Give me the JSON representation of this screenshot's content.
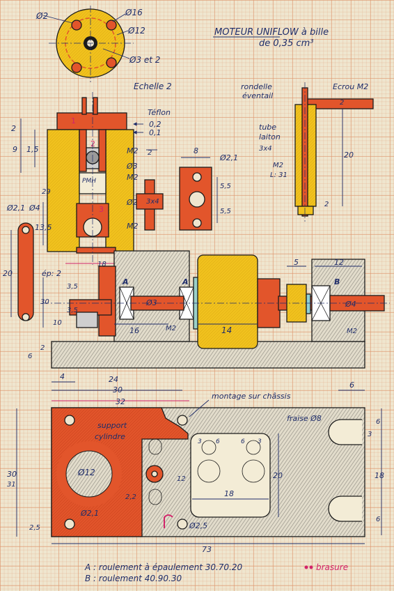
{
  "title": {
    "line1": "MOTEUR UNIFLOW à bille",
    "line2": "de 0,35 cm³"
  },
  "scale_label": "Echelle 2",
  "top_disc": {
    "d2": "Ø2",
    "d16": "Ø16",
    "d12": "Ø12",
    "d3": "Ø3 et 2"
  },
  "cylinder": {
    "teflon": "Téflon",
    "t1": "0,2",
    "t2": "0,1",
    "dim_2": "2",
    "dim_9": "9",
    "dim_15": "1,5",
    "m2a": "M2",
    "d3": "Ø3",
    "m2b": "M2",
    "d2": "Ø2",
    "m2c": "M2",
    "pmh": "PMH",
    "dim_135": "13,5",
    "dim_18": "18",
    "n1": "1",
    "n2": "2",
    "n3": "3",
    "n29": "29"
  },
  "small_part": {
    "dim_2": "2",
    "dim_3x4": "3x4",
    "dim_8": "8",
    "d21": "Ø2,1",
    "dim_55a": "5,5",
    "dim_55b": "5,5"
  },
  "link": {
    "d21": "Ø2,1",
    "d4": "Ø4",
    "ep": "ép: 2",
    "dim_20": "20"
  },
  "assembly": {
    "dim_35": "3,5",
    "dim_30": "30",
    "dim_35b": "3,5",
    "dim_10": "10",
    "d3": "Ø3",
    "d4": "Ø4",
    "dim_16": "16",
    "dim_14": "14",
    "dim_5": "5",
    "dim_12": "12",
    "m2a": "M2",
    "m2b": "M2",
    "bearing_a1": "A",
    "bearing_a2": "A",
    "bearing_b": "B",
    "dim_6": "6",
    "dim_2": "2"
  },
  "pivot": {
    "rondelle": "rondelle",
    "eventail": "éventail",
    "ecrou": "Ecrou M2",
    "tube": "tube",
    "laiton": "laiton",
    "size": "3x4",
    "m2": "M2",
    "l31": "L: 31",
    "dim_20": "20",
    "dim_2a": "2",
    "dim_2b": "2"
  },
  "base": {
    "dim_4": "4",
    "dim_24": "24",
    "dim_30": "30",
    "dim_32": "32",
    "dim_6top": "6",
    "montage": "montage sur châssis",
    "fraise": "fraise Ø8",
    "support": "support",
    "cylindre": "cylindre",
    "d12": "Ø12",
    "dim_12": "12",
    "dim_22": "2,2",
    "d21": "Ø2,1",
    "dim_25": "2,5",
    "d25": "Ø2,5",
    "dim_3a": "3",
    "dim_6a": "6",
    "dim_6b": "6",
    "dim_3b": "3",
    "dim_18": "18",
    "dim_20": "20",
    "dim_6r1": "6",
    "dim_3r": "3",
    "dim_18r": "18",
    "dim_6r2": "6",
    "dim_30l": "30",
    "dim_31l": "31",
    "dim_73": "73"
  },
  "legend": {
    "a": "A : roulement à épaulement 30.70.20",
    "b": "B : roulement 40.90.30",
    "brasure": "brasure"
  },
  "colors": {
    "orange": "#e2552b",
    "yellow": "#f1c21e",
    "ink": "#1f2d6a",
    "magenta": "#d2246a",
    "paper": "#efe6cf"
  }
}
